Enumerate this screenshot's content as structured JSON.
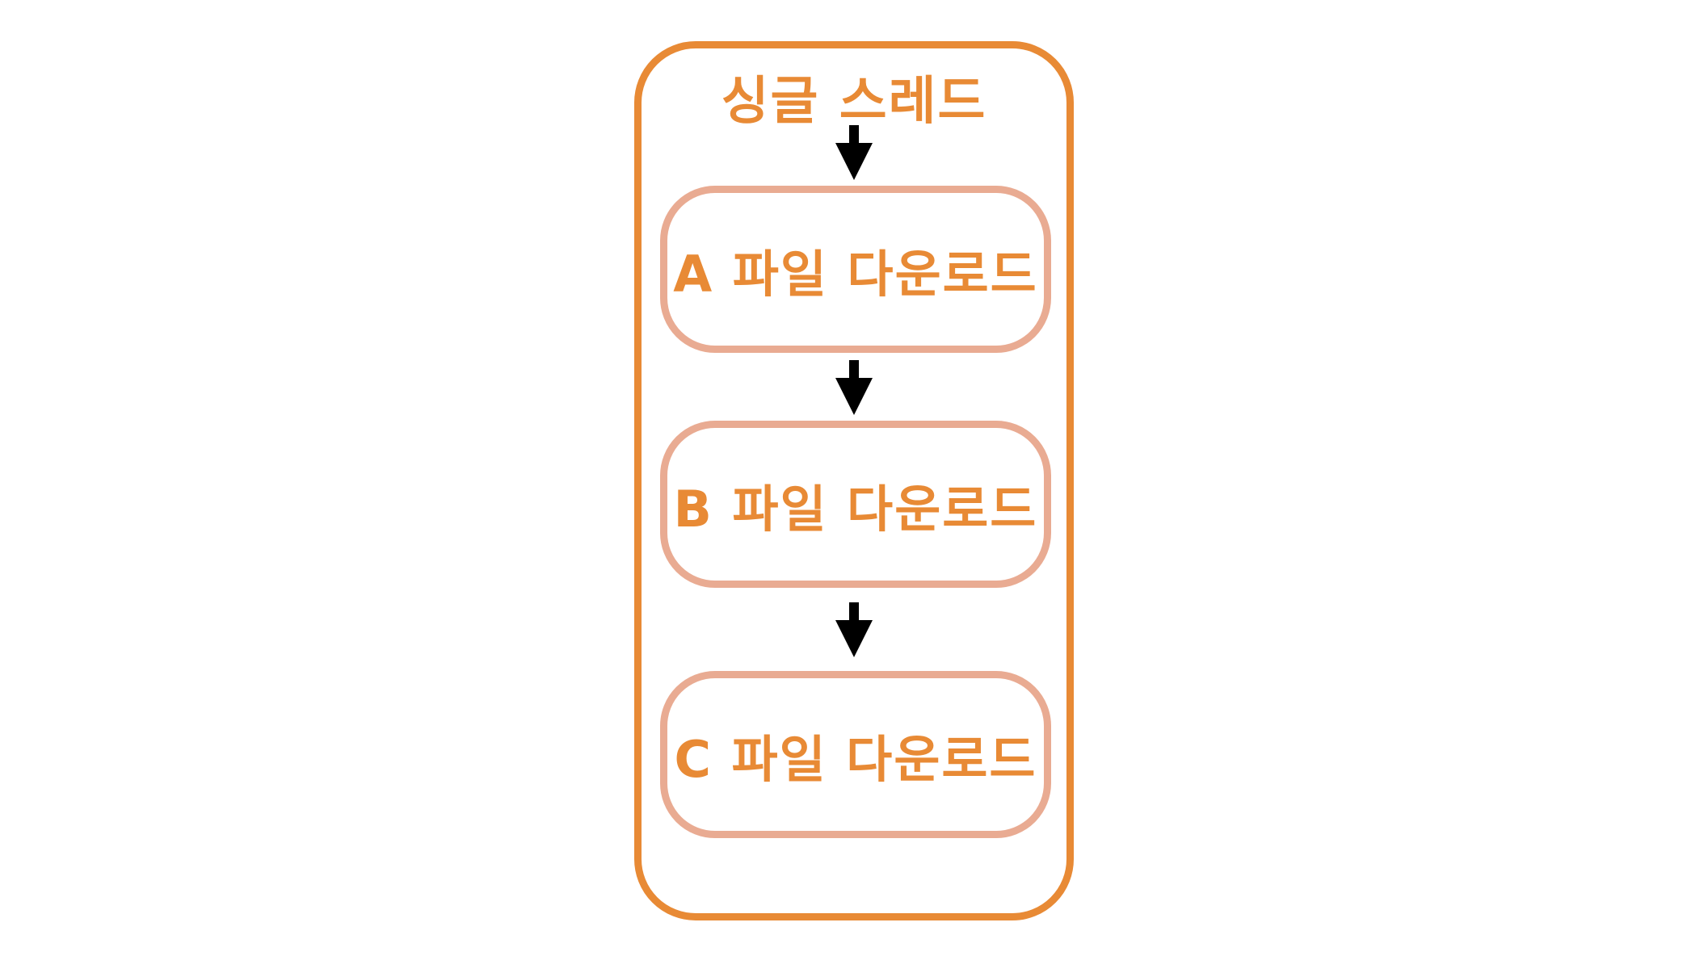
{
  "colors": {
    "outer_border": "#e88a35",
    "inner_border": "#e9ab92",
    "text": "#e88a35",
    "arrow": "#000000"
  },
  "container": {
    "title": "싱글 스레드"
  },
  "steps": [
    {
      "label": "A 파일 다운로드"
    },
    {
      "label": "B 파일 다운로드"
    },
    {
      "label": "C 파일 다운로드"
    }
  ],
  "arrows": [
    {
      "icon": "arrow-down-icon"
    },
    {
      "icon": "arrow-down-icon"
    },
    {
      "icon": "arrow-down-icon"
    }
  ]
}
